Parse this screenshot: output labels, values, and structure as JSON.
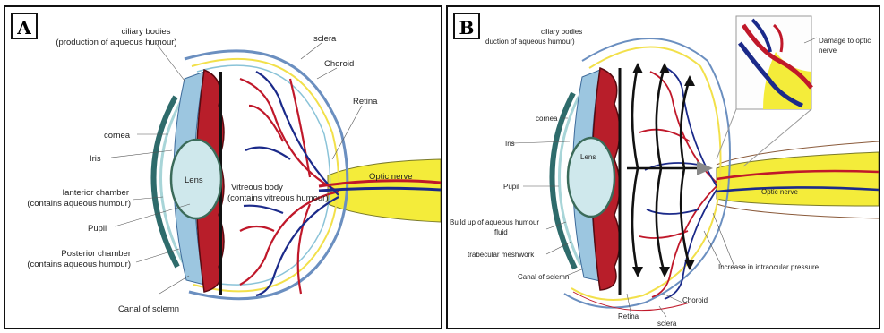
{
  "panel_a": {
    "letter": "A",
    "labels": {
      "ciliary_line1": "ciliary bodies",
      "ciliary_line2": "(production of aqueous humour)",
      "sclera": "sclera",
      "choroid": "Choroid",
      "retina": "Retina",
      "cornea": "cornea",
      "iris": "Iris",
      "anterior_line1": "Ianterior chamber",
      "anterior_line2": "(contains aqueous humour)",
      "pupil": "Pupil",
      "posterior_line1": "Posterior chamber",
      "posterior_line2": "(contains aqueous humour)",
      "canal": "Canal of sclemn",
      "lens": "Lens",
      "vitreous_line1": "Vitreous body",
      "vitreous_line2": "(contains vitreous humour)",
      "optic_nerve": "Optic nerve"
    }
  },
  "panel_b": {
    "letter": "B",
    "labels": {
      "ciliary_line1": "ciliary bodies",
      "ciliary_line2": "duction of aqueous humour)",
      "damage_line1": "Damage to optic",
      "damage_line2": "nerve",
      "cornea": "cornea",
      "iris": "Iris",
      "lens": "Lens",
      "pupil": "Pupil",
      "buildup_line1": "Build up of aqueous humour",
      "buildup_line2": "fluid",
      "trabecular": "trabecular meshwork",
      "canal": "Canal of sclemn",
      "optic_nerve": "Optic nerve",
      "pressure": "Increase in intraocular pressure",
      "choroid": "Choroid",
      "retina": "Retina",
      "sclera": "sclera"
    }
  },
  "colors": {
    "optic_nerve": "#f4ec3a",
    "vessel_red": "#c0182a",
    "vessel_blue": "#1b2a8a",
    "ciliary": "#b81e2a",
    "lens": "#cfe8ec",
    "border": "#111111"
  }
}
